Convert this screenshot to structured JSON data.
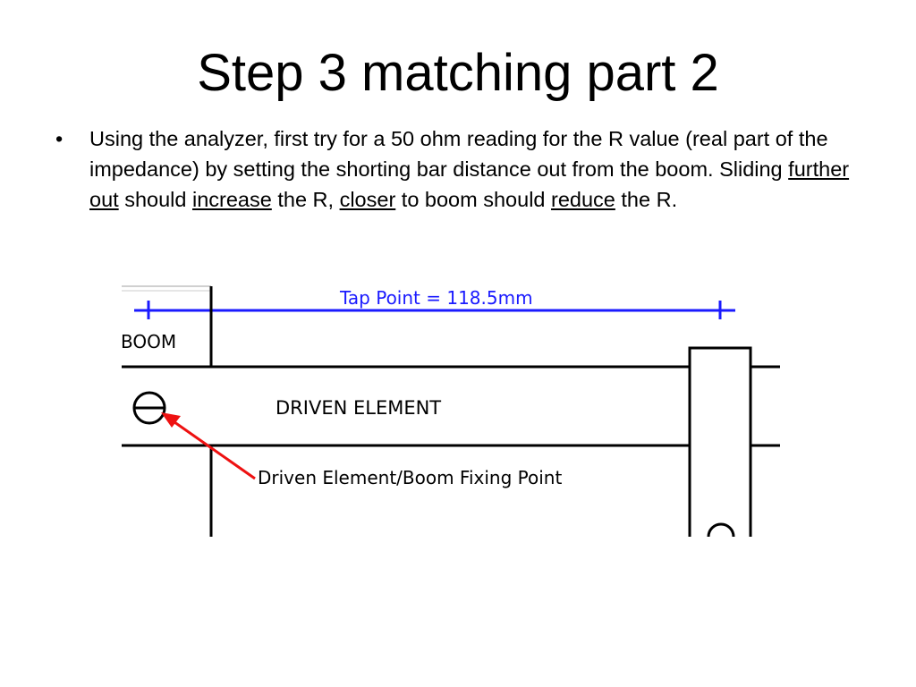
{
  "slide": {
    "title": "Step 3 matching part 2",
    "bullet_symbol": "•",
    "bullet": {
      "t1": "Using the analyzer, first try for a 50 ohm reading for the R value (real part of the impedance) by setting the shorting bar distance out from the boom.  Sliding ",
      "u1": "further out",
      "t2": " should ",
      "u2": "increase",
      "t3": " the R, ",
      "u3": "closer",
      "t4": " to boom should ",
      "u4": "reduce",
      "t5": " the R."
    }
  },
  "diagram": {
    "tap_point_label": "Tap Point = 118.5mm",
    "boom_label": "BOOM",
    "driven_element_label": "DRIVEN ELEMENT",
    "fixing_point_label": "Driven Element/Boom Fixing Point",
    "colors": {
      "dimension_line": "#1a1aff",
      "arrow": "#ee1111",
      "structure": "#000000"
    }
  }
}
